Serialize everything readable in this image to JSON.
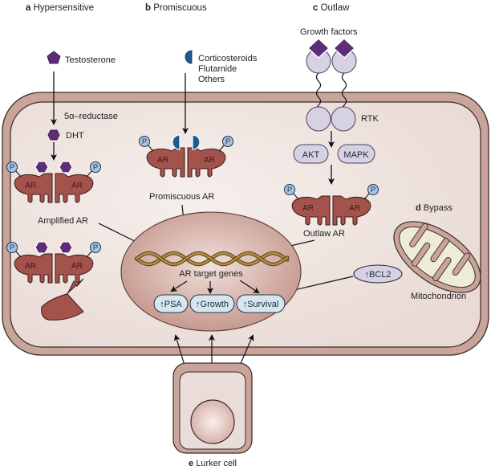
{
  "panels": {
    "a": {
      "letter": "a",
      "title": "Hypersensitive"
    },
    "b": {
      "letter": "b",
      "title": "Promiscuous"
    },
    "c": {
      "letter": "c",
      "title": "Outlaw"
    },
    "d": {
      "letter": "d",
      "title": "Bypass"
    },
    "e": {
      "letter": "e",
      "title": "Lurker cell"
    }
  },
  "labels": {
    "testosterone": "Testosterone",
    "reductase": "5α–reductase",
    "dht": "DHT",
    "amplified_ar": "Amplified AR",
    "ligands": [
      "Corticosteroids",
      "Flutamide",
      "Others"
    ],
    "promiscuous_ar": "Promiscuous AR",
    "growth_factors": "Growth factors",
    "rtk": "RTK",
    "akt": "AKT",
    "mapk": "MAPK",
    "outlaw_ar": "Outlaw AR",
    "mitochondrion": "Mitochondrion",
    "bcl2": "↑BCL2",
    "ar_target_genes": "AR target genes",
    "ar": "AR",
    "p": "P"
  },
  "outputs": [
    "↑PSA",
    "↑Growth",
    "↑Survival"
  ],
  "colors": {
    "membrane": "#c9a49b",
    "cytoplasm": "#efe3df",
    "receptor": "#a4524c",
    "ligand_purple": "#5e2d78",
    "ligand_blue": "#1d5a93",
    "phospho": "#a8c4e0",
    "rtk": "#d6d1e3",
    "nucleus": "#c89c92",
    "dna": "#b38a43",
    "pill": "#d6e6f0",
    "mito_inner": "#eeebd8"
  }
}
